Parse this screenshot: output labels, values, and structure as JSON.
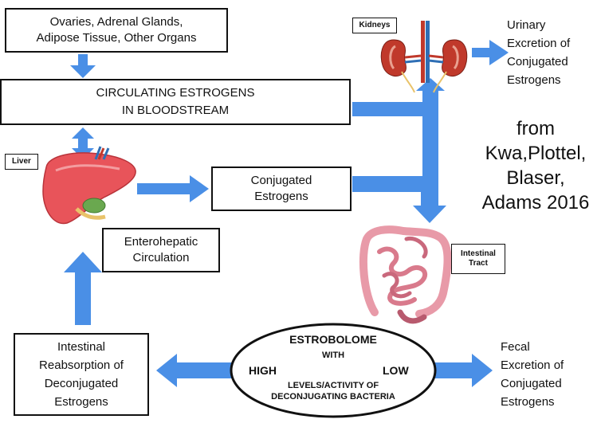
{
  "boxes": {
    "sources": "Ovaries, Adrenal Glands,\nAdipose Tissue, Other Organs",
    "circulating": "CIRCULATING ESTROGENS\nIN BLOODSTREAM",
    "conjugated": "Conjugated\nEstrogens",
    "enterohepatic": "Enterohepatic\nCirculation",
    "reabsorption": "Intestinal\nReabsorption of\nDeconjugated\nEstrogens"
  },
  "tags": {
    "kidneys": "Kidneys",
    "liver": "Liver",
    "intestinal": "Intestinal\nTract"
  },
  "free_text": {
    "urinary": "Urinary\nExcretion of\nConjugated\nEstrogens",
    "fecal": "Fecal\nExcretion of\nConjugated\nEstrogens",
    "citation": "from\nKwa,Plottel,\nBlaser,\nAdams 2016"
  },
  "estrobolome": {
    "title": "ESTROBOLOME",
    "with": "WITH",
    "high": "HIGH",
    "low": "LOW",
    "levels": "LEVELS/ACTIVITY OF\nDECONJUGATING BACTERIA"
  },
  "colors": {
    "arrow": "#4a8fe6",
    "liver": "#e8545a",
    "gallbladder": "#6aa84f",
    "intestine": "#e89aa8",
    "kidney": "#c0392b"
  },
  "icons": [
    "kidneys-illustration",
    "liver-illustration",
    "intestine-illustration"
  ]
}
